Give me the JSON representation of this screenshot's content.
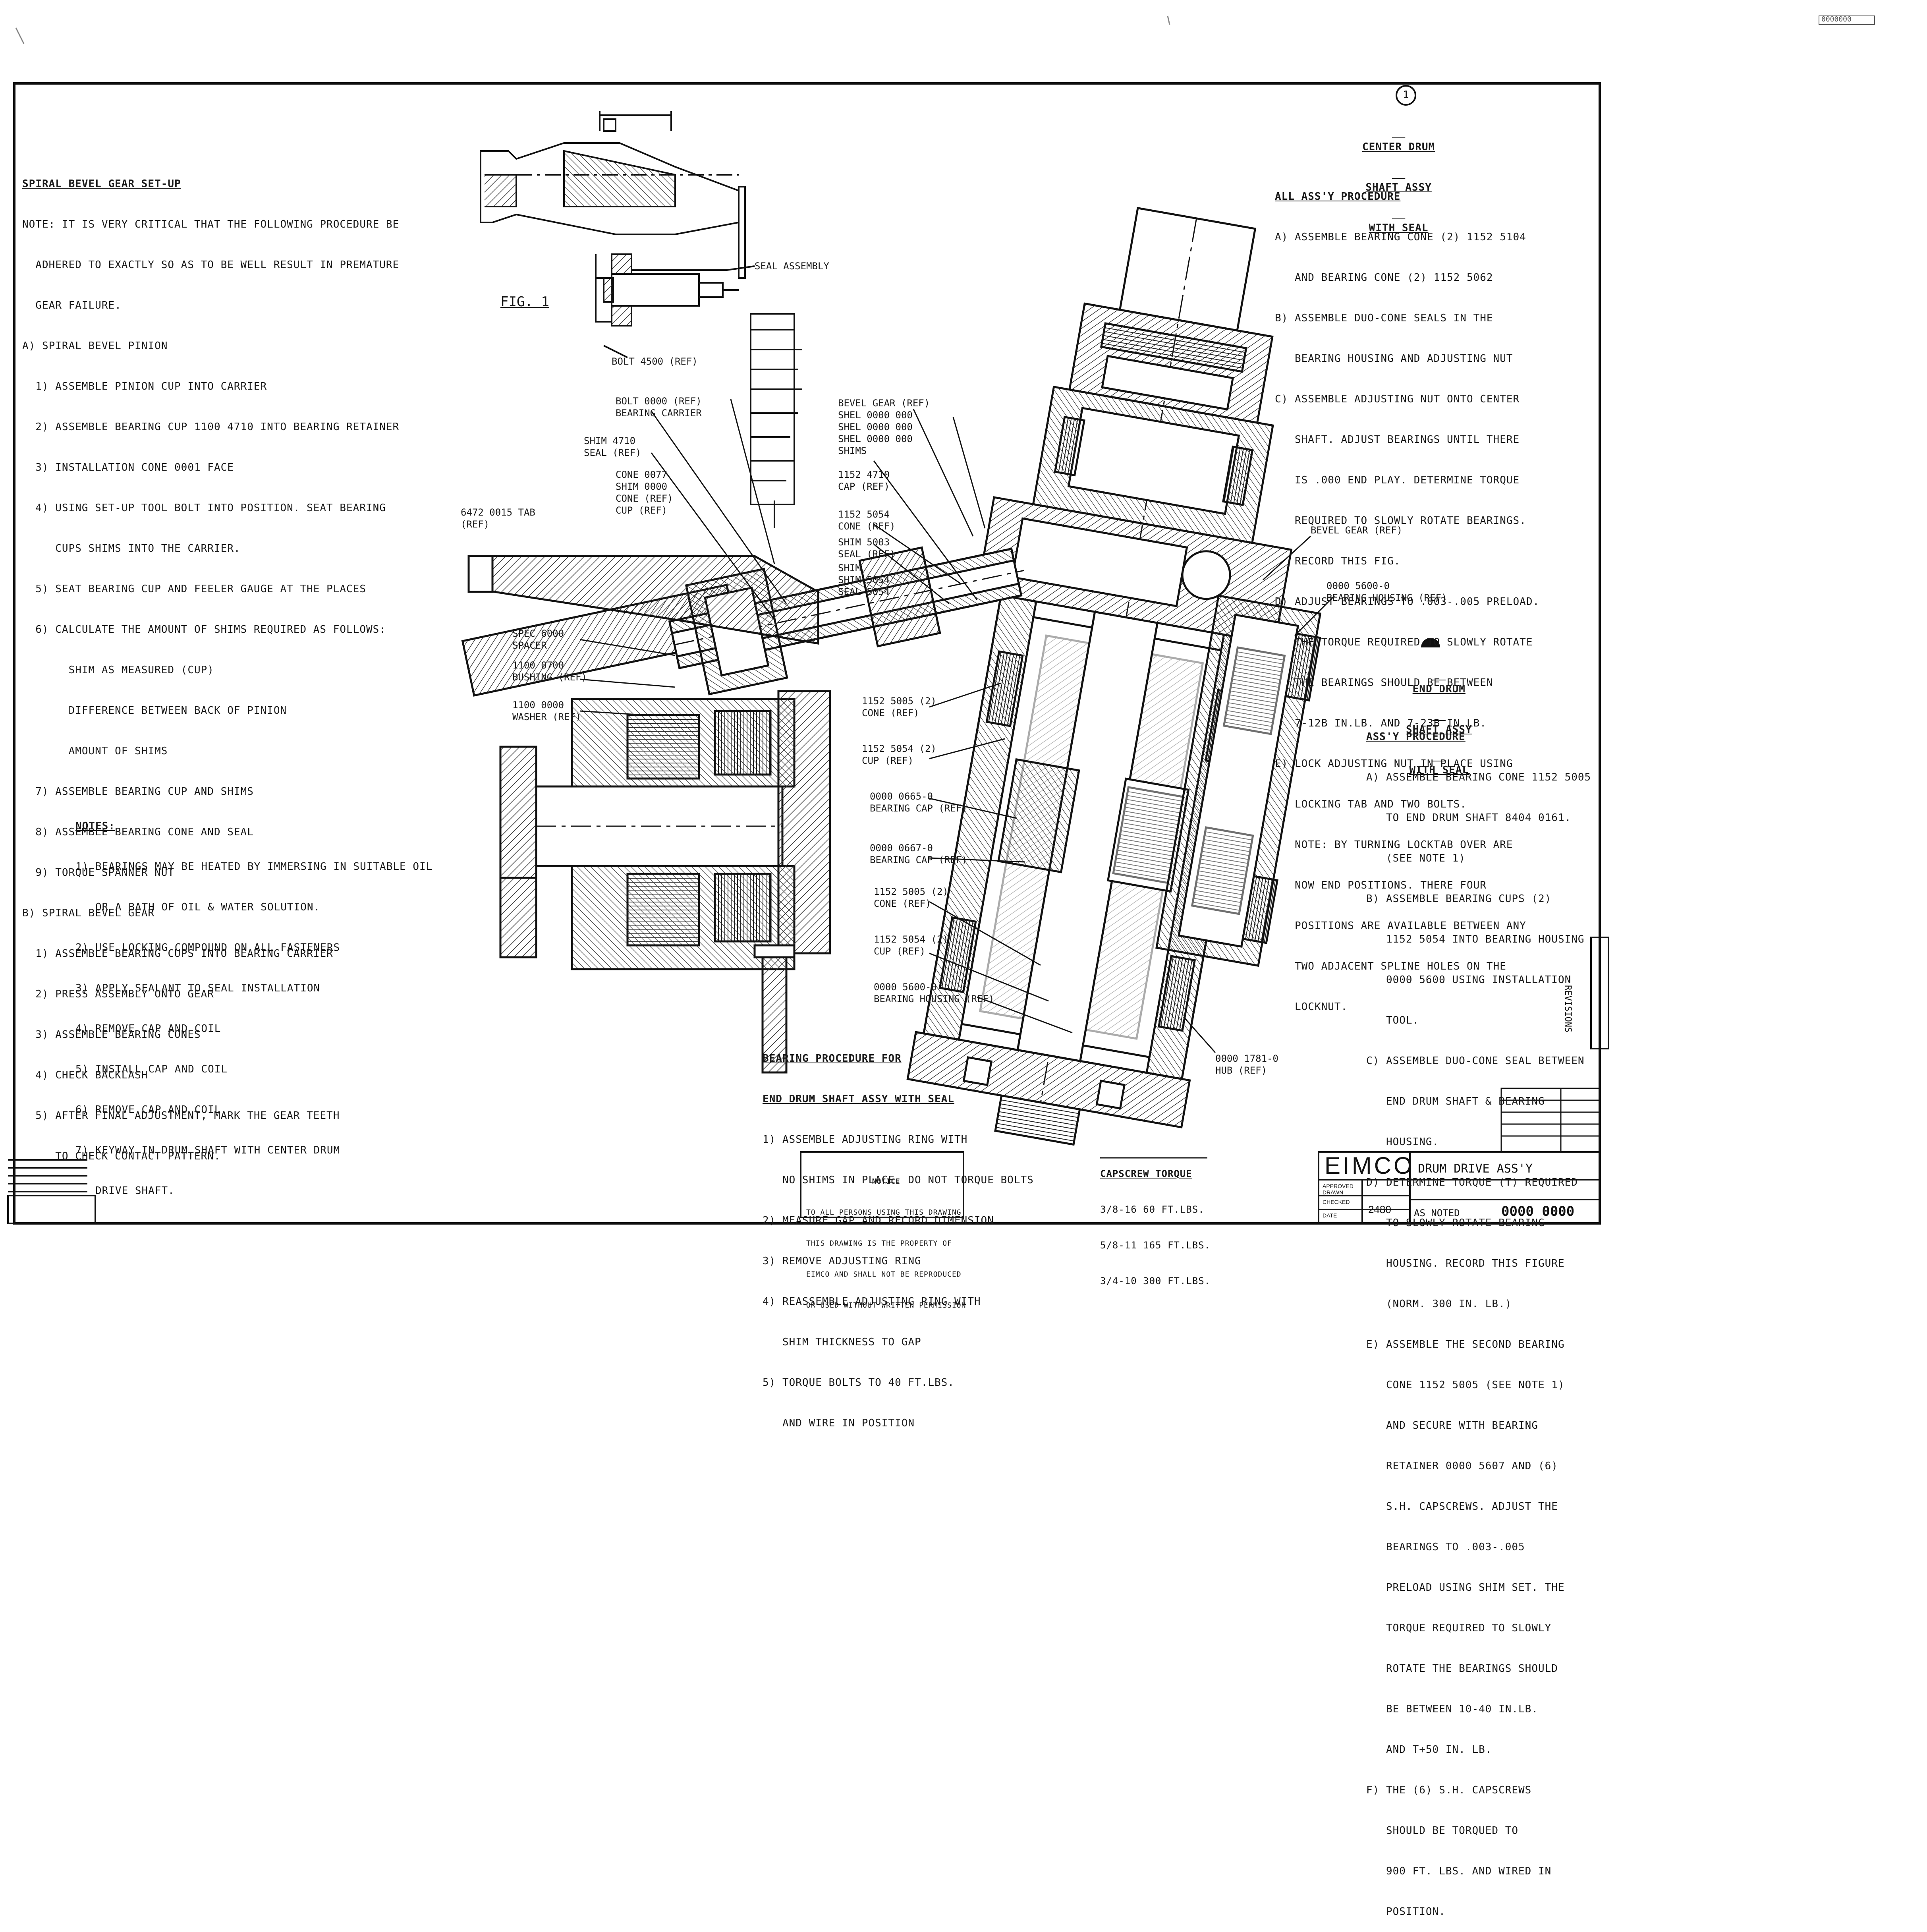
{
  "doc_number_top": "0000000",
  "left_notes": {
    "title": "SPIRAL BEVEL GEAR SET-UP",
    "lines": [
      "NOTE: IT IS VERY CRITICAL THAT THE FOLLOWING PROCEDURE BE",
      "  ADHERED TO EXACTLY SO AS TO BE WELL RESULT IN PREMATURE",
      "  GEAR FAILURE.",
      "A) SPIRAL BEVEL PINION",
      "  1) ASSEMBLE PINION CUP INTO CARRIER",
      "  2) ASSEMBLE BEARING CUP 1100 4710 INTO BEARING RETAINER",
      "  3) INSTALLATION CONE 0001 FACE",
      "  4) USING SET-UP TOOL BOLT INTO POSITION. SEAT BEARING",
      "     CUPS SHIMS INTO THE CARRIER.",
      "  5) SEAT BEARING CUP AND FEELER GAUGE AT THE PLACES",
      "  6) CALCULATE THE AMOUNT OF SHIMS REQUIRED AS FOLLOWS:",
      "       SHIM AS MEASURED (CUP)",
      "       DIFFERENCE BETWEEN BACK OF PINION",
      "       AMOUNT OF SHIMS",
      "  7) ASSEMBLE BEARING CUP AND SHIMS",
      "  8) ASSEMBLE BEARING CONE AND SEAL",
      "  9) TORQUE SPANNER NUT",
      "B) SPIRAL BEVEL GEAR",
      "  1) ASSEMBLE BEARING CUPS INTO BEARING CARRIER",
      "  2) PRESS ASSEMBLY ONTO GEAR",
      "  3) ASSEMBLE BEARING CONES",
      "  4) CHECK BACKLASH",
      "  5) AFTER FINAL ADJUSTMENT, MARK THE GEAR TEETH",
      "     TO CHECK CONTACT PATTERN."
    ]
  },
  "notes": {
    "title": "NOTES:",
    "lines": [
      "1) BEARINGS MAY BE HEATED BY IMMERSING IN SUITABLE OIL",
      "   OR A BATH OF OIL & WATER SOLUTION.",
      "2) USE LOCKING COMPOUND ON ALL FASTENERS",
      "3) APPLY SEALANT TO SEAL INSTALLATION",
      "4) REMOVE CAP AND COIL",
      "5) INSTALL CAP AND COIL",
      "6) REMOVE CAP AND COIL",
      "7) KEYWAY IN DRUM SHAFT WITH CENTER DRUM",
      "   DRIVE SHAFT."
    ]
  },
  "right_notes_top": {
    "detail_label": "1",
    "title_lines": [
      "CENTER DRUM",
      "SHAFT ASSY",
      "WITH SEAL"
    ],
    "lines": [
      "ALL ASS'Y PROCEDURE",
      "A) ASSEMBLE BEARING CONE (2) 1152 5104",
      "   AND BEARING CONE (2) 1152 5062",
      "B) ASSEMBLE DUO-CONE SEALS IN THE",
      "   BEARING HOUSING AND ADJUSTING NUT",
      "C) ASSEMBLE ADJUSTING NUT ONTO CENTER",
      "   SHAFT. ADJUST BEARINGS UNTIL THERE",
      "   IS .000 END PLAY. DETERMINE TORQUE",
      "   REQUIRED TO SLOWLY ROTATE BEARINGS.",
      "   RECORD THIS FIG.",
      "D) ADJUST BEARINGS TO .003-.005 PRELOAD.",
      "   THE TORQUE REQUIRED TO SLOWLY ROTATE",
      "   THE BEARINGS SHOULD BE BETWEEN",
      "   7-12B IN.LB. AND 7-23B IN.LB.",
      "E) LOCK ADJUSTING NUT IN PLACE USING",
      "   LOCKING TAB AND TWO BOLTS.",
      "   NOTE: BY TURNING LOCKTAB OVER ARE",
      "   NOW END POSITIONS. THERE FOUR",
      "   POSITIONS ARE AVAILABLE BETWEEN ANY",
      "   TWO ADJACENT SPLINE HOLES ON THE",
      "   LOCKNUT."
    ]
  },
  "right_notes_bottom": {
    "title_lines": [
      "END DRUM",
      "SHAFT ASSY",
      "WITH SEAL"
    ],
    "lines": [
      "ASS'Y PROCEDURE",
      "A) ASSEMBLE BEARING CONE 1152 5005",
      "   TO END DRUM SHAFT 8404 0161.",
      "   (SEE NOTE 1)",
      "B) ASSEMBLE BEARING CUPS (2)",
      "   1152 5054 INTO BEARING HOUSING",
      "   0000 5600 USING INSTALLATION",
      "   TOOL.",
      "C) ASSEMBLE DUO-CONE SEAL BETWEEN",
      "   END DRUM SHAFT & BEARING",
      "   HOUSING.",
      "D) DETERMINE TORQUE (T) REQUIRED",
      "   TO SLOWLY ROTATE BEARING",
      "   HOUSING. RECORD THIS FIGURE",
      "   (NORM. 300 IN. LB.)",
      "E) ASSEMBLE THE SECOND BEARING",
      "   CONE 1152 5005 (SEE NOTE 1)",
      "   AND SECURE WITH BEARING",
      "   RETAINER 0000 5607 AND (6)",
      "   S.H. CAPSCREWS. ADJUST THE",
      "   BEARINGS TO .003-.005",
      "   PRELOAD USING SHIM SET. THE",
      "   TORQUE REQUIRED TO SLOWLY",
      "   ROTATE THE BEARINGS SHOULD",
      "   BE BETWEEN 10-40 IN.LB.",
      "   AND T+50 IN. LB.",
      "F) THE (6) S.H. CAPSCREWS",
      "   SHOULD BE TORQUED TO",
      "   900 FT. LBS. AND WIRED IN",
      "   POSITION."
    ]
  },
  "bottom_notes": {
    "title": "BEARING PROCEDURE FOR",
    "subtitle": "END DRUM SHAFT ASSY WITH SEAL",
    "lines": [
      "1) ASSEMBLE ADJUSTING RING WITH",
      "   NO SHIMS IN PLACE. DO NOT TORQUE BOLTS",
      "2) MEASURE GAP AND RECORD DIMENSION",
      "3) REMOVE ADJUSTING RING",
      "4) REASSEMBLE ADJUSTING RING WITH",
      "   SHIM THICKNESS TO GAP",
      "5) TORQUE BOLTS TO 40 FT.LBS.",
      "   AND WIRE IN POSITION"
    ]
  },
  "torque_table": {
    "title": "CAPSCREW TORQUE",
    "lines": [
      "3/8-16 60 FT.LBS.",
      "5/8-11 165 FT.LBS.",
      "3/4-10 300 FT.LBS."
    ]
  },
  "notice": {
    "title": "NOTICE",
    "lines": [
      "TO ALL PERSONS USING THIS DRAWING",
      "THIS DRAWING IS THE PROPERTY OF",
      "EIMCO AND SHALL NOT BE REPRODUCED",
      "OR USED WITHOUT WRITTEN PERMISSION"
    ]
  },
  "fig_label": "FIG. 1",
  "callouts": {
    "seal_assembly": "SEAL ASSEMBLY",
    "bolt_ref": "BOLT 4500 (REF)",
    "bevel_gear_ref_top": "BEVEL GEAR (REF)\nSHEL 0000 000\nSHEL 0000 000\nSHEL 0000 000\nSHIMS",
    "bearing_carrier": "BOLT 0000 (REF)\nBEARING CARRIER",
    "shim_ref": "SHIM 4710\nSEAL (REF)",
    "cone_cup_ref": "CONE 0077\nSHIM 0000\nCONE (REF)\nCUP (REF)",
    "cap_ref": "1152 4710\nCAP (REF)",
    "cone_ref": "1152 5054\nCONE (REF)",
    "seal_ref": "SHIM 5003\nSEAL (REF)",
    "shims_tab": "SHIM\nSHIM 5054\nSEAL 5054",
    "spur_gear_tab": "6472 0015 TAB\n(REF)",
    "spacer": "SPEC 6000\nSPACER",
    "bushing": "1100 0700\nBUSHING (REF)",
    "washer": "1100 0000\nWASHER (REF)",
    "cone_mid": "1152 5005 (2)\nCONE (REF)",
    "cup_mid": "1152 5054 (2)\nCUP (REF)",
    "bearing_cap": "0000 0665-0\nBEARING CAP (REF)",
    "bearing_cap2": "0000 0667-0\nBEARING CAP (REF)",
    "cone_low": "1152 5005 (2)\nCONE (REF)",
    "cup_low": "1152 5054 (2)\nCUP (REF)",
    "bearing_housing_low": "0000 5600-0\nBEARING HOUSING (REF)",
    "bevel_gear_right": "BEVEL GEAR (REF)",
    "bearing_housing_right": "0000 5600-0\nBEARING HOUSING (REF)",
    "hub_ref": "0000 1781-0\nHUB (REF)"
  },
  "title_block": {
    "company": "EIMCO",
    "title": "DRUM DRIVE ASS'Y",
    "drawing_number": "0000 0000",
    "scale": "2480",
    "rev_box": "AS NOTED",
    "small_lines": [
      "APPROVED",
      "DRAWN",
      "CHECKED",
      "DATE"
    ]
  },
  "side_strip": "REVISIONS"
}
